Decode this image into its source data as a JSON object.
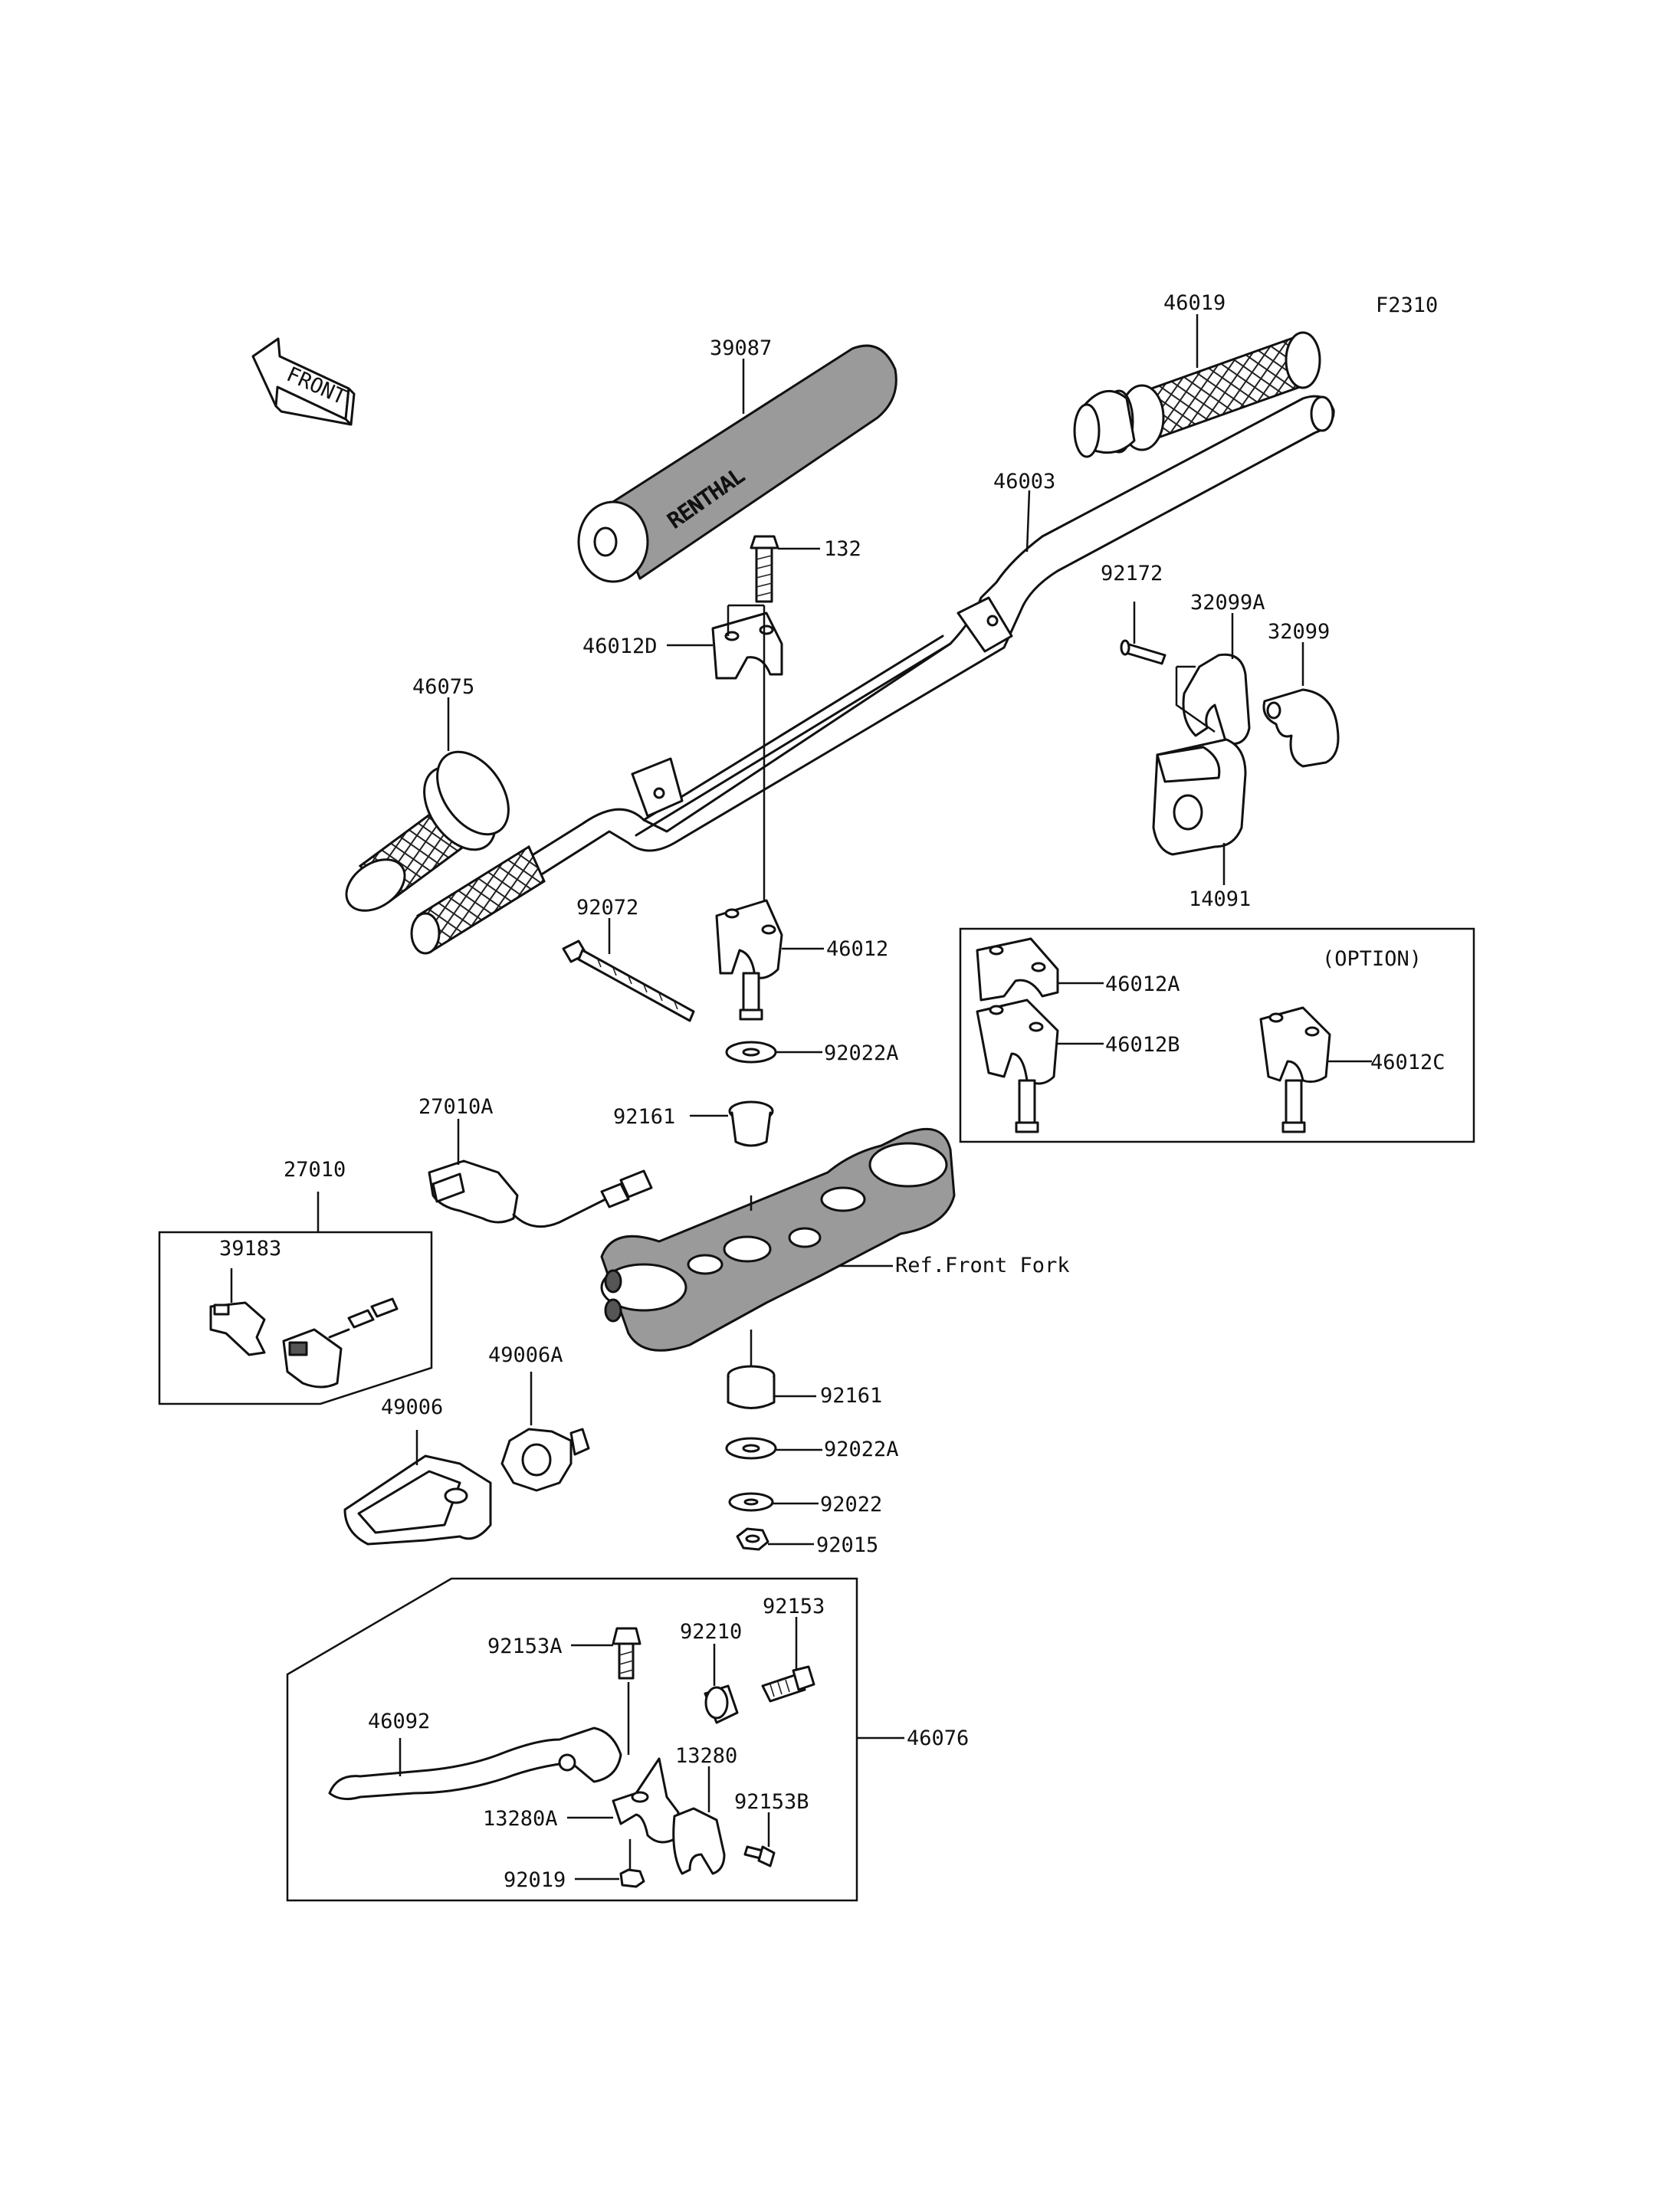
{
  "diagram_code": "F2310",
  "front_arrow_label": "FRONT",
  "option_label": "(OPTION)",
  "reference_label": "Ref.Front Fork",
  "grip_pad_brand": "RENTHAL",
  "parts": {
    "p39087": "39087",
    "p46019": "46019",
    "p46003": "46003",
    "p132": "132",
    "p46012D": "46012D",
    "p92172": "92172",
    "p32099A": "32099A",
    "p32099": "32099",
    "p46075": "46075",
    "p14091": "14091",
    "p92072": "92072",
    "p46012": "46012",
    "p92022A_top": "92022A",
    "p46012A": "46012A",
    "p46012B": "46012B",
    "p46012C": "46012C",
    "p27010A": "27010A",
    "p92161_top": "92161",
    "p27010": "27010",
    "p39183": "39183",
    "p49006A": "49006A",
    "p49006": "49006",
    "p92161_bottom": "92161",
    "p92022A_bottom": "92022A",
    "p92022": "92022",
    "p92015": "92015",
    "p92153A": "92153A",
    "p92210": "92210",
    "p92153": "92153",
    "p46092": "46092",
    "p46076": "46076",
    "p13280": "13280",
    "p92153B": "92153B",
    "p13280A": "13280A",
    "p92019": "92019"
  }
}
